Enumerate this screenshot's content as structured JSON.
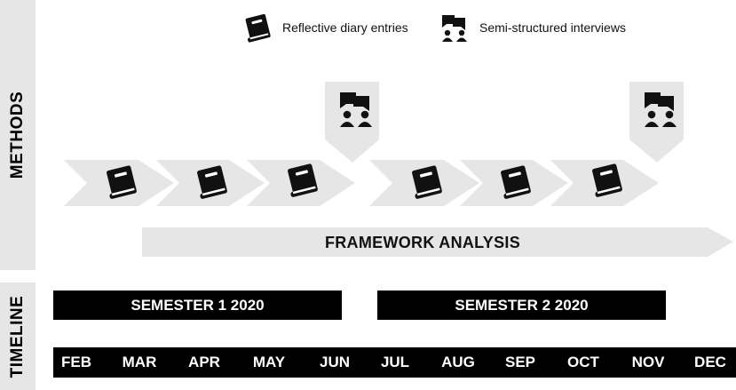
{
  "legend": {
    "diary": "Reflective diary entries",
    "interview": "Semi-structured interviews"
  },
  "side_labels": {
    "methods": "METHODS",
    "timeline": "TIMELINE"
  },
  "framework": "FRAMEWORK ANALYSIS",
  "semesters": [
    "SEMESTER 1 2020",
    "SEMESTER 2 2020"
  ],
  "months": [
    "FEB",
    "MAR",
    "APR",
    "MAY",
    "JUN",
    "JUL",
    "AUG",
    "SEP",
    "OCT",
    "NOV",
    "DEC"
  ],
  "icons": {
    "diary": "book-icon",
    "interview": "interview-icon"
  },
  "colors": {
    "panel": "#e6e6e6",
    "bar": "#000000",
    "icon": "#111111"
  }
}
